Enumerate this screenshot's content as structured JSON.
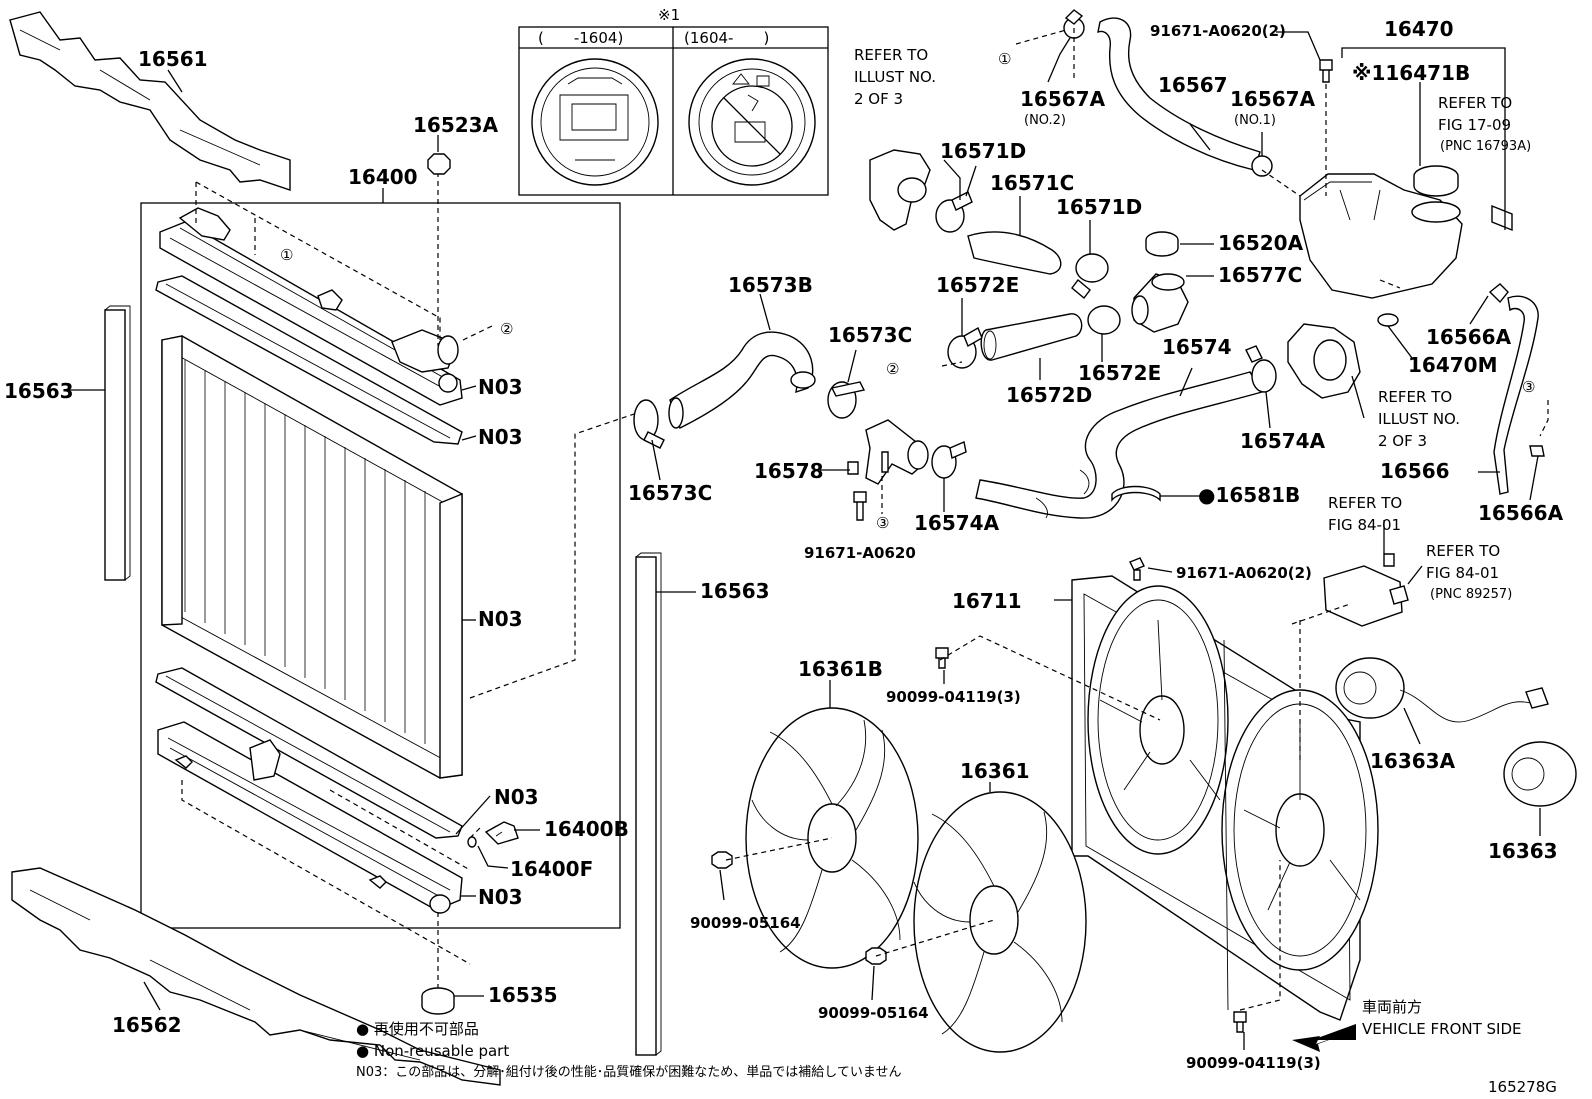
{
  "parts": {
    "p16561": "16561",
    "p16523A": "16523A",
    "p16400": "16400",
    "p16563_left": "16563",
    "p16563_right": "16563",
    "n03_1": "N03",
    "n03_2": "N03",
    "n03_3": "N03",
    "n03_4": "N03",
    "n03_5": "N03",
    "p16400B": "16400B",
    "p16400F": "16400F",
    "p16535": "16535",
    "p16562": "16562",
    "p16573B": "16573B",
    "p16573C_top": "16573C",
    "p16573C_bottom": "16573C",
    "p16578": "16578",
    "p91671_A0620": "91671-A0620",
    "p16574A_left": "16574A",
    "p16571D_left": "16571D",
    "p16571C": "16571C",
    "p16571D_right": "16571D",
    "p16572E_left": "16572E",
    "p16572D": "16572D",
    "p16572E_right": "16572E",
    "p16567A_no2": "16567A",
    "no2": "(NO.2)",
    "p16567": "16567",
    "p91671_A0620_2_top": "91671-A0620(2)",
    "p16567A_no1": "16567A",
    "no1": "(NO.1)",
    "p16520A": "16520A",
    "p16577C": "16577C",
    "p16574": "16574",
    "p16574A_right": "16574A",
    "p16581B": "●16581B",
    "p16470": "16470",
    "p16471B": "※116471B",
    "p16566A_top": "16566A",
    "p16470M": "16470M",
    "p16566": "16566",
    "p16566A_bottom": "16566A",
    "p16711": "16711",
    "p91671_A0620_2_fan": "91671-A0620(2)",
    "p16361B": "16361B",
    "p90099_04119_3_top": "90099-04119(3)",
    "p16361": "16361",
    "p90099_05164_left": "90099-05164",
    "p90099_05164_center": "90099-05164",
    "p90099_04119_3_bottom": "90099-04119(3)",
    "p16363A": "16363A",
    "p16363": "16363"
  },
  "refs": {
    "illust_left_1": "REFER TO",
    "illust_left_2": "ILLUST NO.",
    "illust_left_3": "2 OF 3",
    "fig1709_1": "REFER TO",
    "fig1709_2": "FIG 17-09",
    "fig1709_3": "(PNC 16793A)",
    "illust_right_1": "REFER TO",
    "illust_right_2": "ILLUST NO.",
    "illust_right_3": "2 OF 3",
    "fig8401a_1": "REFER TO",
    "fig8401a_2": "FIG 84-01",
    "fig8401b_1": "REFER TO",
    "fig8401b_2": "FIG 84-01",
    "fig8401b_3": "(PNC 89257)"
  },
  "markers": {
    "m1": "①",
    "m2": "②",
    "m3": "③"
  },
  "cap_inset": {
    "note": "※1",
    "left_header": "(　　-1604)",
    "right_header": "(1604-　　)"
  },
  "direction": {
    "jp": "車両前方",
    "en": "VEHICLE FRONT SIDE"
  },
  "legend": {
    "line1": "● 再使用不可部品",
    "line2": "● Non-reusable part",
    "line3": "N03：この部品は、分解･組付け後の性能･品質確保が困難なため、単品では補給していません"
  },
  "figure_id": "165278G"
}
